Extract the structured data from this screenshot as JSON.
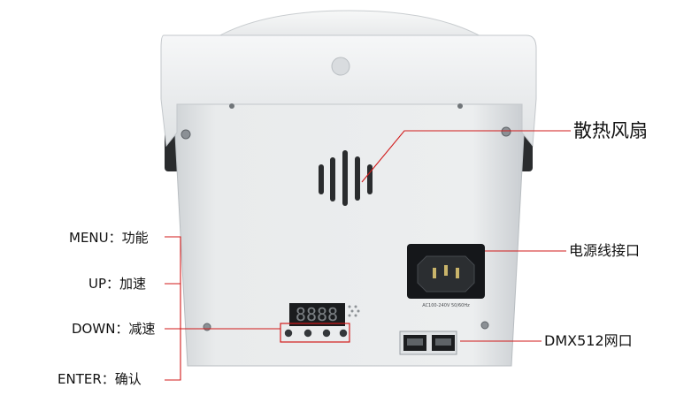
{
  "callouts_left": {
    "menu": "MENU：功能",
    "up": "UP：加速",
    "down": "DOWN：减速",
    "enter": "ENTER：确认"
  },
  "callouts_right": {
    "fan": "散热风扇",
    "power": "电源线接口",
    "dmx": "DMX512网口"
  },
  "device": {
    "display_digits": "8888",
    "power_rating": "AC100-240V 50/60Hz"
  },
  "colors": {
    "leader_line": "#d11a1a",
    "body": "#e7e9ea",
    "bracket": "#f1f2f3"
  }
}
